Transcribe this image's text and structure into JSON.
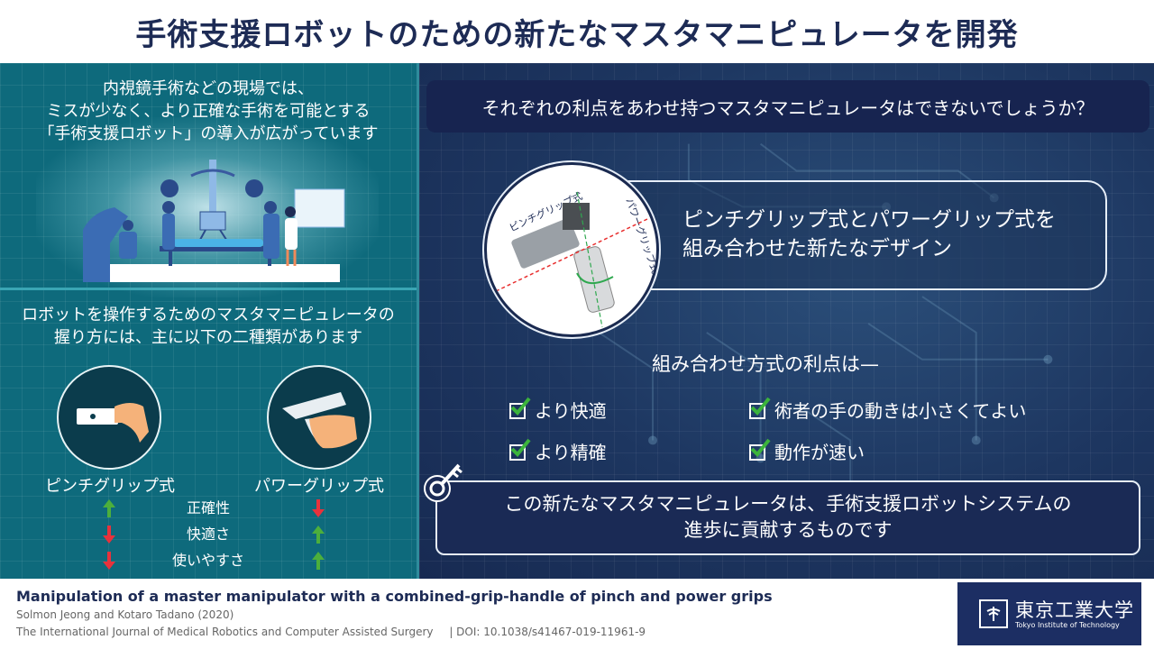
{
  "header": {
    "title": "手術支援ロボットのための新たなマスタマニピュレータを開発"
  },
  "left_panel": {
    "intro_lines": [
      "内視鏡手術などの現場では、",
      "ミスが少なく、より正確な手術を可能とする",
      "「手術支援ロボット」の導入が広がっています"
    ],
    "grip_intro_lines": [
      "ロボットを操作するためのマスタマニピュレータの",
      "握り方には、主に以下の二種類があります"
    ],
    "grips": [
      {
        "label": "ピンチグリップ式",
        "icon": "pinch-grip-hand-icon"
      },
      {
        "label": "パワーグリップ式",
        "icon": "power-grip-hand-icon"
      }
    ],
    "comparison": [
      {
        "attribute": "正確性",
        "pinch": "up",
        "power": "down"
      },
      {
        "attribute": "快適さ",
        "pinch": "down",
        "power": "up"
      },
      {
        "attribute": "使いやすさ",
        "pinch": "down",
        "power": "up"
      }
    ],
    "colors": {
      "up": "#4caf3c",
      "down": "#e8323c",
      "panel": "#0e6a7c"
    }
  },
  "right_panel": {
    "question": "それぞれの利点をあわせ持つマスタマニピュレータはできないでしょうか？",
    "diagram_labels": {
      "pinch": "ピンチグリップ式",
      "power": "パワーグリップ式"
    },
    "design_lines": [
      "ピンチグリップ式とパワーグリップ式を",
      "組み合わせた新たなデザイン"
    ],
    "benefits_heading": "組み合わせ方式の利点は—",
    "benefits": [
      "より快適",
      "術者の手の動きは小さくてよい",
      "より精確",
      "動作が速い"
    ],
    "conclusion_lines": [
      "この新たなマスタマニピュレータは、手術支援ロボットシステムの",
      "進歩に貢献するものです"
    ],
    "colors": {
      "panel": "#1d3660",
      "check": "#3cb43c"
    }
  },
  "footer": {
    "paper_title": "Manipulation of a master manipulator with a combined-grip-handle of pinch and power grips",
    "authors": "Solmon Jeong and Kotaro Tadano (2020)",
    "journal": "The International Journal of Medical Robotics and Computer Assisted Surgery",
    "doi": "| DOI: 10.1038/s41467-019-11961-9",
    "logo_jp": "東京工業大学",
    "logo_en": "Tokyo Institute of Technology"
  }
}
